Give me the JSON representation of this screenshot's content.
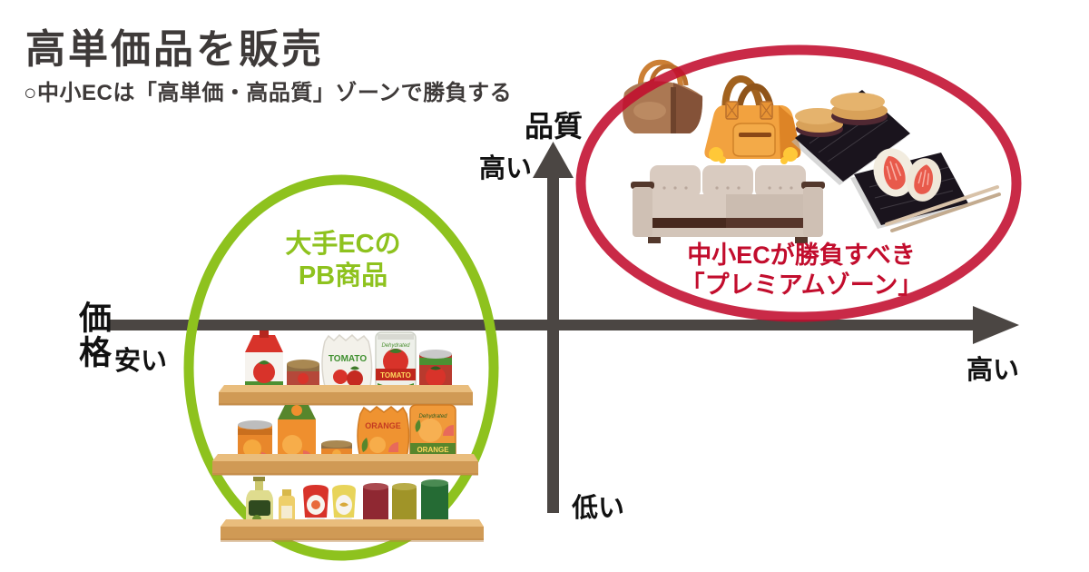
{
  "header": {
    "title": "高単価品を販売",
    "subtitle": "○中小ECは「高単価・高品質」ゾーンで勝負する"
  },
  "axes": {
    "vertical_label": "品質",
    "vertical_top_tick": "高い",
    "vertical_bottom_tick": "低い",
    "horizontal_label": "価格",
    "horizontal_left_tick": "安い",
    "horizontal_right_tick": "高い"
  },
  "zones": {
    "pb_zone": {
      "line1": "大手ECの",
      "line2": "PB商品",
      "color": "#8ec21e"
    },
    "premium_zone": {
      "line1": "中小ECが勝負すべき",
      "line2": "「プレミアムゾーン」",
      "color": "#c20d2d"
    }
  },
  "product_labels": {
    "tomato_bag": "TOMATO",
    "tomato_pouch": "TOMATO",
    "orange_bag": "ORANGE",
    "orange_pouch": "ORANGE",
    "pouch_script": "Dehydrated"
  },
  "colors": {
    "title_text": "#3e3a39",
    "axis": "#4b4643",
    "accent_green": "#8ec21e",
    "accent_red": "#c20d2d",
    "background": "#ffffff"
  },
  "illustrations": {
    "premium_items": [
      "brown-duffel-bag",
      "orange-handbag",
      "dorayaki-plate",
      "sofa",
      "strawberry-daifuku-plate"
    ],
    "pb_items": [
      "tomato-shelf-row",
      "orange-shelf-row",
      "bottles-cans-shelf-row"
    ]
  }
}
